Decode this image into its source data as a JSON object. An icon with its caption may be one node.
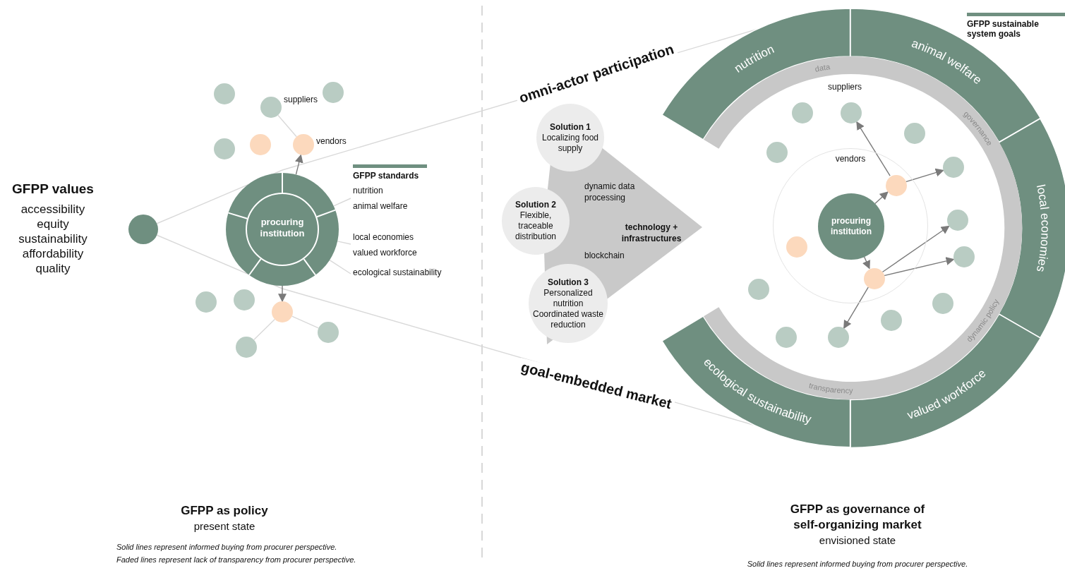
{
  "diagram": {
    "nodes": [
      {
        "text": [],
        "shape": "circle"
      },
      {
        "text": [
          "procuring institution"
        ]
      },
      {
        "text": [
          "nutrition",
          "animal welfare"
        ]
      },
      {
        "text": [
          "local economies",
          "valued workforce"
        ]
      },
      {
        "text": [
          "ecological sustainability"
        ]
      },
      {
        "text": [],
        "shape": "circle"
      },
      {
        "text": [],
        "shape": "circle",
        "beside": [
          "suppliers"
        ]
      },
      {
        "text": [],
        "shape": "circle"
      },
      {
        "text": [],
        "shape": "circle"
      },
      {
        "text": [],
        "shape": "circle"
      },
      {
        "text": [],
        "shape": "circle",
        "beside": [
          "vendors"
        ]
      },
      {
        "text": [],
        "shape": "circle"
      },
      {
        "text": [],
        "shape": "circle"
      },
      {
        "text": [],
        "shape": "circle"
      },
      {
        "text": [],
        "shape": "circle"
      },
      {
        "text": [],
        "shape": "circle"
      },
      {
        "text": [
          "dynamic data processing",
          "technology + infrastructures",
          "blockchain"
        ]
      },
      {
        "text": [
          "Solution 1",
          "Localizing food supply"
        ]
      },
      {
        "text": [
          "Solution 2",
          "Flexible, traceable distribution"
        ]
      },
      {
        "text": [
          "Solution 3",
          "Personalized nutrition",
          "Coordinated waste reduction"
        ]
      },
      {
        "text": [
          "nutrition"
        ]
      },
      {
        "text": [
          "animal welfare"
        ]
      },
      {
        "text": [
          "local economies"
        ]
      },
      {
        "text": [
          "valued workforce"
        ]
      },
      {
        "text": [
          "ecological sustainability"
        ]
      },
      {
        "text": [
          "data",
          "governance",
          "dynamic policy",
          "transparency"
        ]
      },
      {
        "text": [
          "vendors"
        ]
      },
      {
        "text": [
          "procuring institution"
        ],
        "in": 26
      },
      {
        "text": [],
        "shape": "circle",
        "in": 26
      },
      {
        "text": [],
        "shape": "circle",
        "in": 26
      },
      {
        "text": [],
        "shape": "circle",
        "in": 26
      },
      {
        "text": [],
        "shape": "circle"
      },
      {
        "text": [],
        "shape": "circle"
      },
      {
        "text": [],
        "shape": "circle"
      },
      {
        "text": [],
        "shape": "circle"
      },
      {
        "text": [],
        "shape": "circle"
      },
      {
        "text": [],
        "shape": "circle"
      },
      {
        "text": [],
        "shape": "circle"
      },
      {
        "text": [],
        "shape": "circle"
      },
      {
        "text": [],
        "shape": "circle"
      },
      {
        "text": [],
        "shape": "circle"
      },
      {
        "text": [],
        "shape": "circle"
      },
      {
        "text": [],
        "shape": "circle"
      }
    ],
    "edges": [
      {
        "from": 0,
        "to": 20,
        "arrow": "none",
        "label": "omni-actor participation",
        "color": "#d9d9d9"
      },
      {
        "from": 0,
        "to": 24,
        "arrow": "none",
        "label": "goal-embedded market",
        "color": "#d9d9d9"
      },
      {
        "from": 2,
        "to": 1,
        "arrow": "none",
        "color": "#d9d9d9"
      },
      {
        "from": 3,
        "to": 1,
        "arrow": "none",
        "color": "#d9d9d9"
      },
      {
        "from": 4,
        "to": 1,
        "arrow": "none",
        "color": "#d9d9d9"
      },
      {
        "from": 6,
        "to": 10,
        "arrow": "none",
        "color": "#d9d9d9"
      },
      {
        "from": 1,
        "to": 10,
        "arrow": "to"
      },
      {
        "from": 1,
        "to": 13,
        "arrow": "to"
      },
      {
        "from": 13,
        "to": 14,
        "arrow": "none",
        "color": "#d9d9d9"
      },
      {
        "from": 13,
        "to": 15,
        "arrow": "none",
        "color": "#d9d9d9"
      },
      {
        "from": 27,
        "to": 28,
        "arrow": "to"
      },
      {
        "from": 28,
        "to": 32,
        "arrow": "to"
      },
      {
        "from": 28,
        "to": 35,
        "arrow": "to"
      },
      {
        "from": 27,
        "to": 30,
        "arrow": "to"
      },
      {
        "from": 30,
        "to": 36,
        "arrow": "to"
      },
      {
        "from": 30,
        "to": 37,
        "arrow": "to"
      },
      {
        "from": 30,
        "to": 42,
        "arrow": "to"
      }
    ],
    "labels": [
      "GFPP values",
      "accessibility equity sustainability affordability quality",
      "suppliers",
      "GFPP as policy",
      "present state",
      "Solid lines represent informed buying from procurer perspective.",
      "Faded lines represent lack of transparency from procurer perspective.",
      "GFPP as governance of self-organizing market",
      "envisioned state",
      "Solid lines represent informed buying from procurer perspective."
    ],
    "legend": [
      {
        "text": "GFPP standards",
        "color": "#6f8f80"
      },
      {
        "text": "GFPP sustainable system goals",
        "color": "#6f8f80"
      }
    ]
  }
}
